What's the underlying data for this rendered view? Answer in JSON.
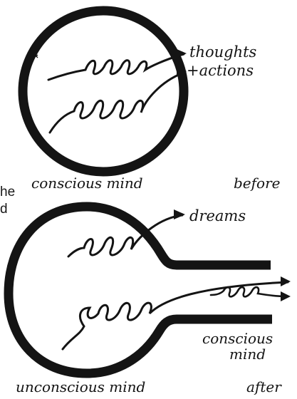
{
  "panels": {
    "before": {
      "caption_left": "conscious mind",
      "caption_right": "before",
      "arrow_label_line1": "thoughts",
      "arrow_label_line2": "+actions"
    },
    "after": {
      "caption_left": "unconscious mind",
      "caption_right": "after",
      "arrow_label_top": "dreams",
      "inner_label_line1": "conscious",
      "inner_label_line2": "mind"
    }
  },
  "edge_fragments": [
    "he",
    "d"
  ],
  "colors": {
    "ink": "#141414",
    "paper": "#ffffff"
  }
}
